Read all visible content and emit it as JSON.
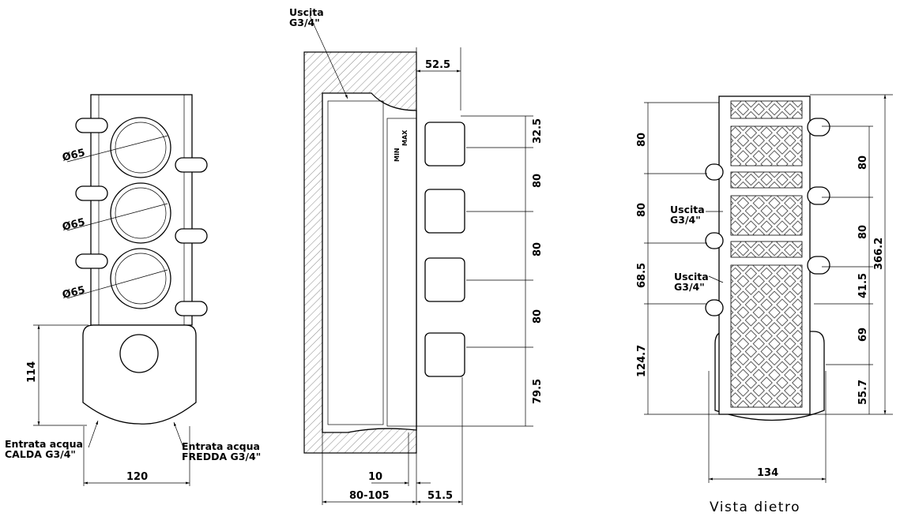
{
  "front_view": {
    "diameter_labels": [
      "Ø65",
      "Ø65",
      "Ø65"
    ],
    "dim_height_cover": "114",
    "dim_width": "120",
    "inlet_hot": [
      "Entrata acqua",
      "CALDA G3/4\""
    ],
    "inlet_cold": [
      "Entrata acqua",
      "FREDDA G3/4\""
    ]
  },
  "side_view": {
    "outlet": [
      "Uscita",
      "G3/4\""
    ],
    "dim_top": "52.5",
    "vertical_dims": [
      "32.5",
      "80",
      "80",
      "80",
      "79.5"
    ],
    "knob_marks": {
      "min": "MIN",
      "max": "MAX"
    },
    "dim_10": "10",
    "dim_wall": "80-105",
    "dim_depth": "51.5"
  },
  "back_view": {
    "title": "Vista dietro",
    "outlet_1": [
      "Uscita",
      "G3/4\""
    ],
    "outlet_2": [
      "Uscita",
      "G3/4\""
    ],
    "left_dims": [
      "80",
      "80",
      "68.5",
      "124.7"
    ],
    "right_dims": [
      "80",
      "80",
      "41.5",
      "69",
      "55.7"
    ],
    "total_height": "366.2",
    "width": "134"
  }
}
